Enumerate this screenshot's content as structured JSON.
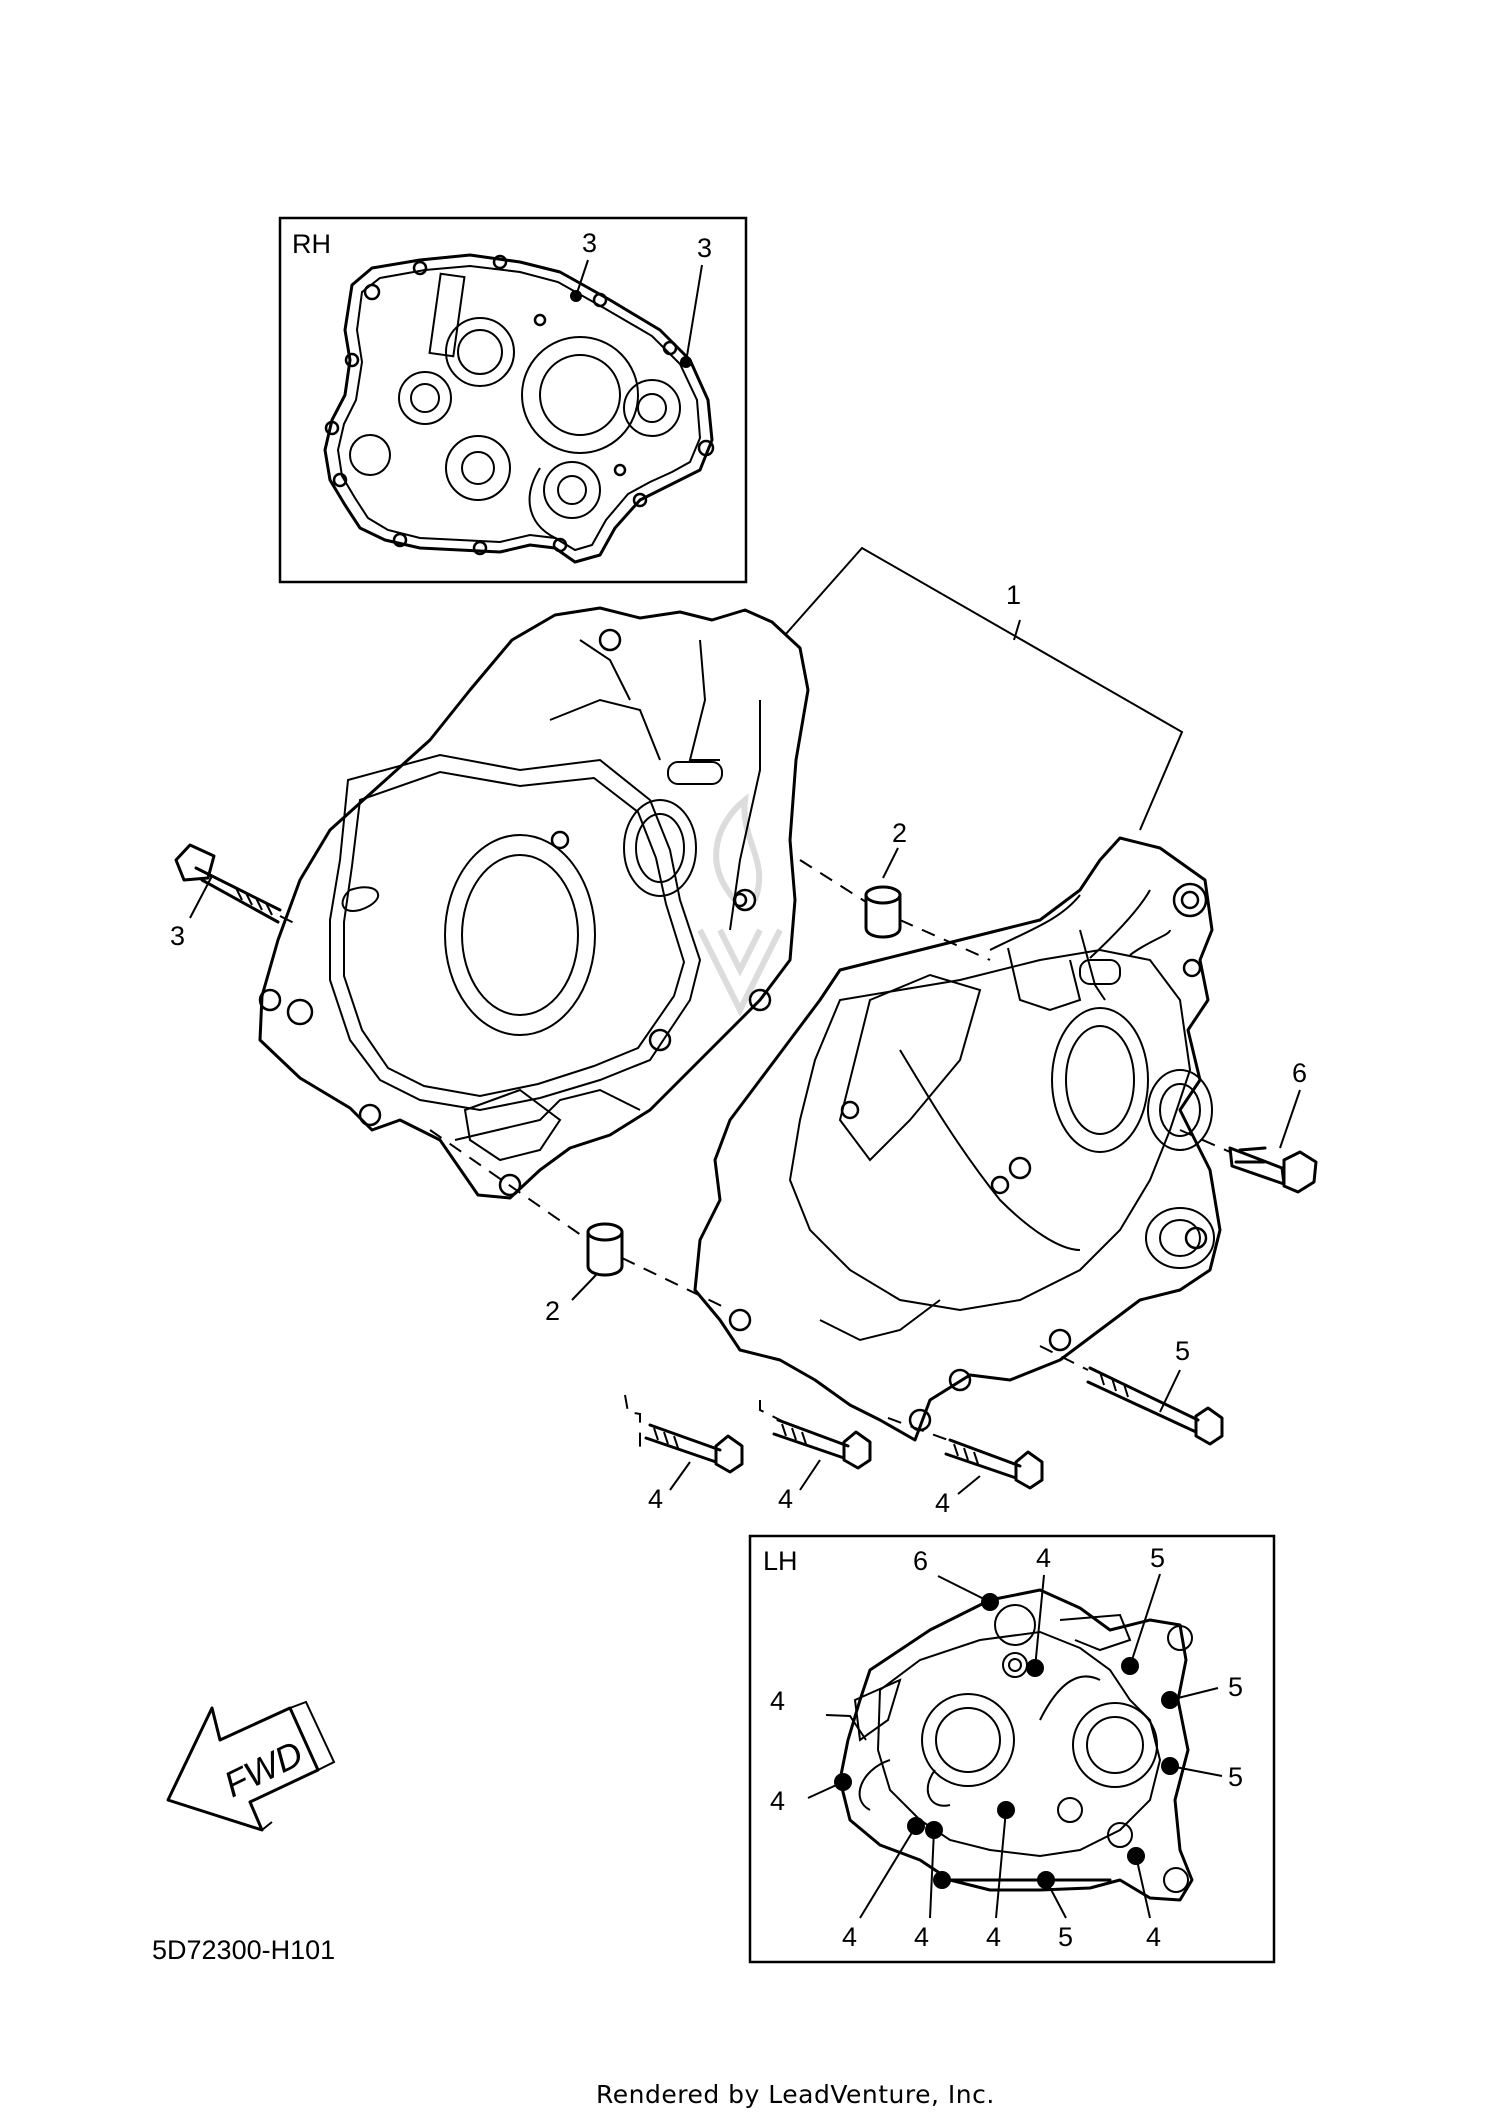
{
  "diagram_code": "5D72300-H101",
  "render_credit": "Rendered by LeadVenture, Inc.",
  "direction_label": "FWD",
  "insets": {
    "rh": {
      "title": "RH",
      "callouts": [
        "3",
        "3"
      ]
    },
    "lh": {
      "title": "LH",
      "callouts": [
        "6",
        "4",
        "5",
        "5",
        "4",
        "5",
        "4",
        "4",
        "4",
        "4",
        "5",
        "4"
      ]
    }
  },
  "main_callouts": [
    "1",
    "2",
    "3",
    "2",
    "6",
    "5",
    "4",
    "4",
    "4"
  ],
  "parts": [
    {
      "ref": "1",
      "name": "crankcase-assembly"
    },
    {
      "ref": "2",
      "name": "dowel-pin"
    },
    {
      "ref": "3",
      "name": "bolt"
    },
    {
      "ref": "4",
      "name": "bolt"
    },
    {
      "ref": "5",
      "name": "bolt"
    },
    {
      "ref": "6",
      "name": "bolt"
    }
  ]
}
